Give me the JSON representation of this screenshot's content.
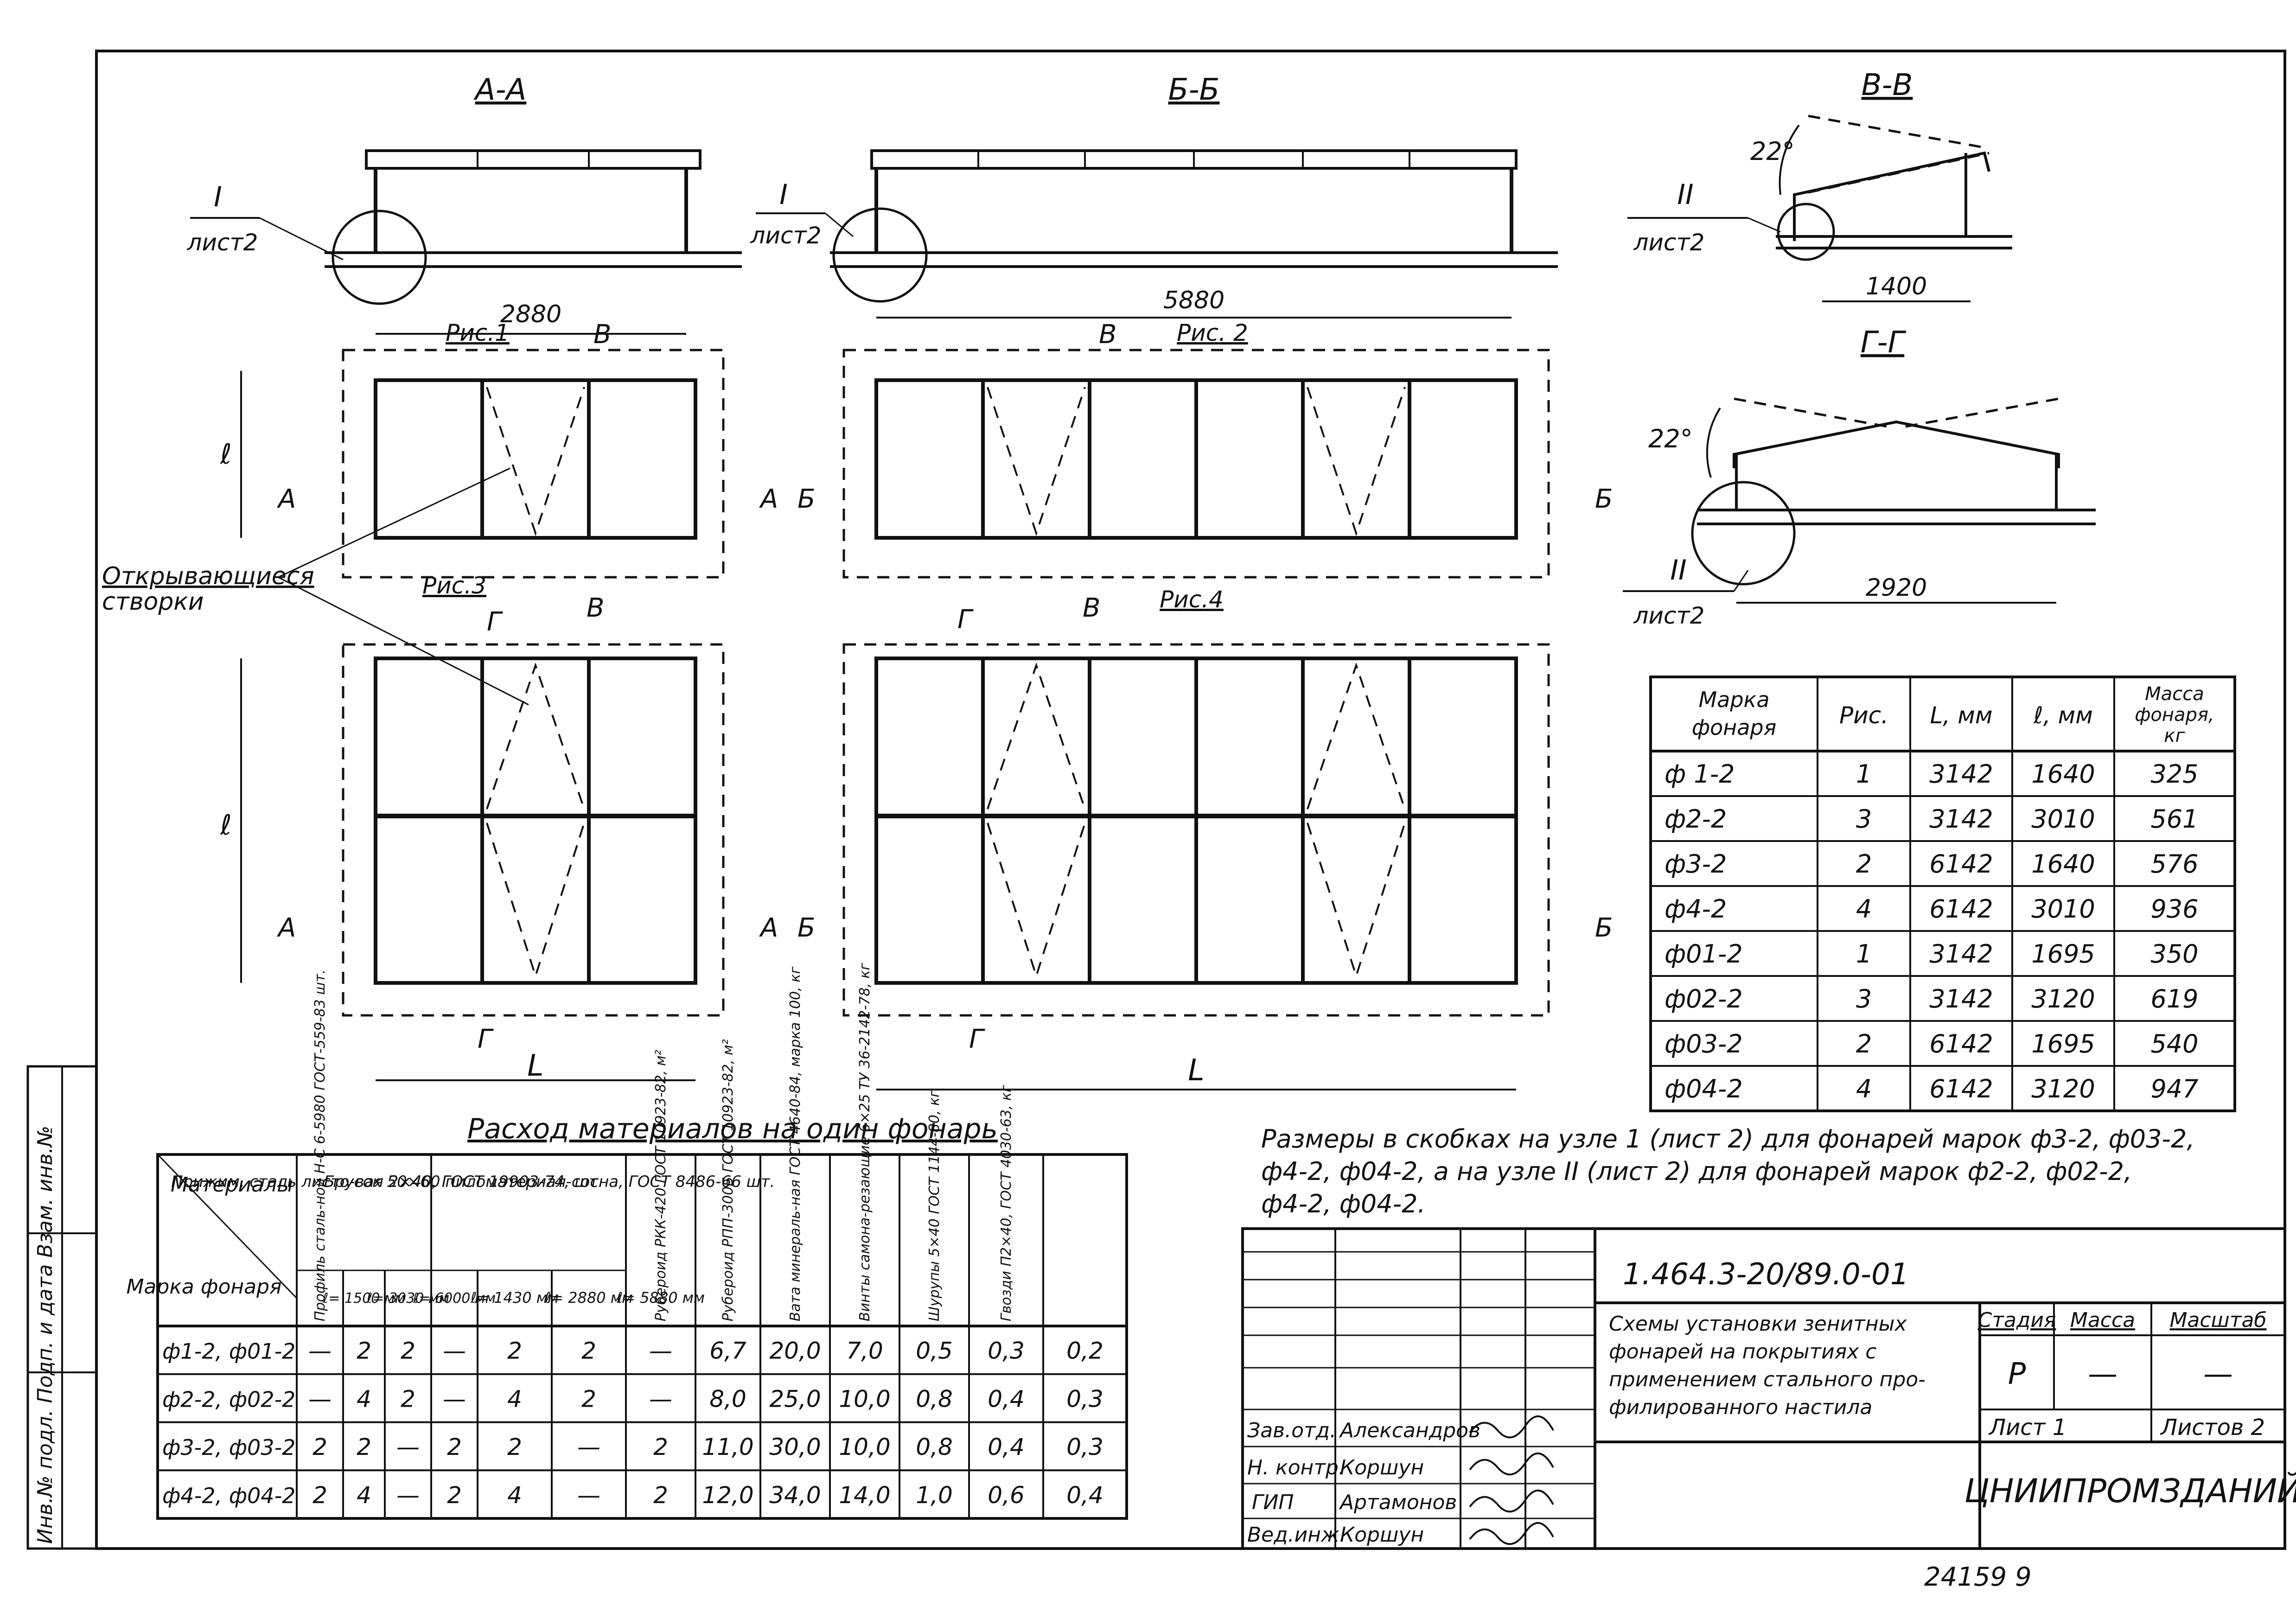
{
  "sections": {
    "aa": "А-А",
    "bb": "Б-Б",
    "vv": "В-В",
    "gg": "Г-Г"
  },
  "section_marks": {
    "a": "А",
    "b": "Б",
    "v": "В",
    "g": "Г"
  },
  "node_callouts": {
    "node1_num": "I",
    "node2_num": "II",
    "sheet": "лист2",
    "sheet_spaced": "лист 2"
  },
  "dimensions": {
    "aa_width": "2880",
    "bb_width": "5880",
    "vv_width": "1400",
    "gg_width": "2920",
    "angle": "22°",
    "length": "L",
    "height": "ℓ"
  },
  "figures": {
    "fig1": "Рис.1",
    "fig2": "Рис. 2",
    "fig3": "Рис.3",
    "fig4": "Рис.4"
  },
  "opening_sashes": {
    "line1": "Открывающиеся",
    "line2": "створки"
  },
  "lantern_table": {
    "headers": [
      "Марка фонаря",
      "Рис.",
      "L, мм",
      "ℓ, мм",
      "Масса фонаря, кг"
    ],
    "rows": [
      [
        "ф 1-2",
        "1",
        "3142",
        "1640",
        "325"
      ],
      [
        "ф2-2",
        "3",
        "3142",
        "3010",
        "561"
      ],
      [
        "ф3-2",
        "2",
        "6142",
        "1640",
        "576"
      ],
      [
        "ф4-2",
        "4",
        "6142",
        "3010",
        "936"
      ],
      [
        "ф01-2",
        "1",
        "3142",
        "1695",
        "350"
      ],
      [
        "ф02-2",
        "3",
        "3142",
        "3120",
        "619"
      ],
      [
        "ф03-2",
        "2",
        "6142",
        "1695",
        "540"
      ],
      [
        "ф04-2",
        "4",
        "6142",
        "3120",
        "947"
      ]
    ]
  },
  "note": {
    "line1": "Размеры в скобках на узле 1 (лист 2) для фонарей марок ф3-2, ф03-2,",
    "line2": "ф4-2, ф04-2, а на узле II (лист 2) для фонарей марок ф2-2, ф02-2,",
    "line3": "ф4-2, ф04-2."
  },
  "materials": {
    "title": "Расход материалов на один фонарь",
    "corner_top": "Материалы",
    "corner_bottom": "Марка фонаря",
    "col_profile": "Профиль сталь-ной Н-С 6-5980 ГОСТ-559-83 шт.",
    "col_clamp": "Прижим, сталь листо-вая 2×40, ГОСТ 19903-74, шт.",
    "clamp_sub": [
      "ℓ= 1500 мм",
      "ℓ= 3030 мм",
      "ℓ= 6000 мм"
    ],
    "col_bar": "Брусок 50×60 пиломатериал-сосна, ГОСТ 8486-66 шт.",
    "bar_sub": [
      "ℓ= 1430 мм",
      "ℓ= 2880 мм",
      "ℓ= 5880 мм"
    ],
    "col_ruberoid": "Рубероид РКК-420 ГОСТ 10923-82, м²",
    "col_ruberoid2": "Рубероид РПП-300Б ГОСТ 10923-82, м²",
    "col_wool": "Вата минераль-ная ГОСТ 4640-84, марка 100, кг",
    "col_screws": "Винты самона-резающие 6×25 ТУ 36-2142-78, кг",
    "col_nails": "Шурупы 5×40 ГОСТ 1144-80, кг",
    "col_nails2": "Гвозди П2×40, ГОСТ 4030-63, кг",
    "rows": [
      [
        "ф1-2, ф01-2",
        "—",
        "2",
        "2",
        "—",
        "2",
        "2",
        "—",
        "6,7",
        "20,0",
        "7,0",
        "0,5",
        "0,3",
        "0,2"
      ],
      [
        "ф2-2, ф02-2",
        "—",
        "4",
        "2",
        "—",
        "4",
        "2",
        "—",
        "8,0",
        "25,0",
        "10,0",
        "0,8",
        "0,4",
        "0,3"
      ],
      [
        "ф3-2, ф03-2",
        "2",
        "2",
        "—",
        "2",
        "2",
        "—",
        "2",
        "11,0",
        "30,0",
        "10,0",
        "0,8",
        "0,4",
        "0,3"
      ],
      [
        "ф4-2, ф04-2",
        "2",
        "4",
        "—",
        "2",
        "4",
        "—",
        "2",
        "12,0",
        "34,0",
        "14,0",
        "1,0",
        "0,6",
        "0,4"
      ]
    ]
  },
  "title_block": {
    "code": "1.464.3-20/89.0-01",
    "description": [
      "Схемы установки зенитных",
      "фонарей на покрытиях с",
      "применением стального про-",
      "филированного настила"
    ],
    "stage_label": "Стадия",
    "mass_label": "Масса",
    "scale_label": "Масштаб",
    "stage": "Р",
    "mass": "—",
    "scale": "—",
    "sheet": "Лист 1",
    "sheets": "Листов 2",
    "org": "ЦНИИПРОМЗДАНИЙ",
    "people": [
      [
        "Зав.отд.",
        "Александров"
      ],
      [
        "Н. контр.",
        "Коршун"
      ],
      [
        "ГИП",
        "Артамонов"
      ],
      [
        "Вед.инж.",
        "Коршун"
      ]
    ]
  },
  "side_stamp": "Инв.№ подл.   Подп. и дата   Взам. инв.№",
  "bottom_number": "24159   9"
}
